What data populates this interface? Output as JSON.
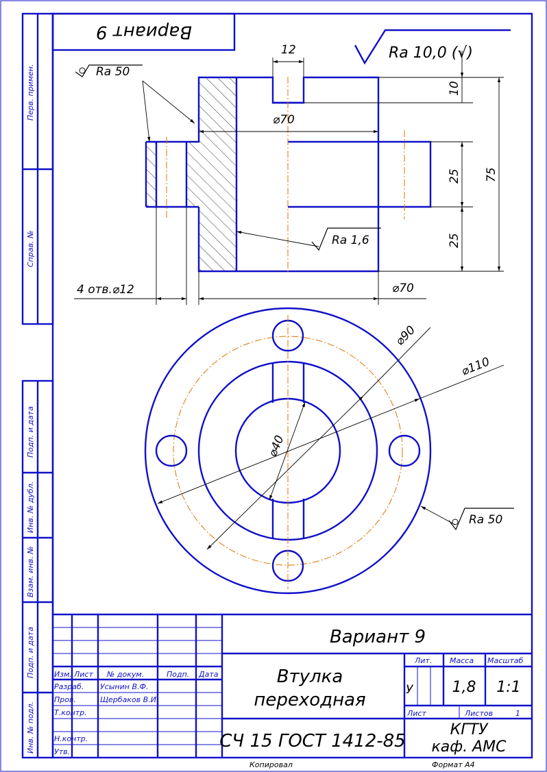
{
  "title_block": {
    "variant_top": "Вариант 9",
    "variant": "Вариант 9",
    "part_name_1": "Втулка",
    "part_name_2": "переходная",
    "designation": "СЧ 15 ГОСТ 1412-85",
    "organization_1": "КГТУ",
    "organization_2": "каф. АМС",
    "lit_header": "Лит.",
    "mass_header": "Масса",
    "scale_header": "Масштаб",
    "lit_value": "У",
    "mass_value": "1,8",
    "scale_value": "1:1",
    "sheet_label": "Лист",
    "sheets_label": "Листов",
    "sheets_value": "1",
    "copied": "Копировал",
    "format": "Формат   А4"
  },
  "header_row": {
    "izm": "Изм.",
    "list": "Лист",
    "doc": "№ докум.",
    "sign": "Подп.",
    "date": "Дата"
  },
  "signatures": [
    {
      "role": "Разраб.",
      "name": "Усынин В.Ф."
    },
    {
      "role": "Пров.",
      "name": "Щербаков В.И."
    },
    {
      "role": "Т.контр.",
      "name": ""
    },
    {
      "role": "Н.контр.",
      "name": ""
    },
    {
      "role": "Утв.",
      "name": ""
    }
  ],
  "side_stamp": {
    "perv_primen": "Перв. примен.",
    "sprav": "Справ. №",
    "podp_data_1": "Подп. и дата",
    "inv_dubl": "Инв. № дубл.",
    "vzam_inv": "Взам. инв. №",
    "podp_data_2": "Подп. и дата",
    "inv_podl": "Инв. № подл."
  },
  "drawing": {
    "roughness_general": "Ra 10,0 (√)",
    "roughness_outer": "Ra 50",
    "roughness_bore": "Ra 1,6",
    "roughness_flange": "Ra 50",
    "dim_12": "12",
    "dim_10": "10",
    "dim_25_a": "25",
    "dim_25_b": "25",
    "dim_75": "75",
    "dim_d70_top": "⌀70",
    "dim_d70_bottom": "⌀70",
    "holes": "4 отв.⌀12",
    "dim_d90": "⌀90",
    "dim_d110": "⌀110",
    "dim_d40": "⌀40"
  }
}
